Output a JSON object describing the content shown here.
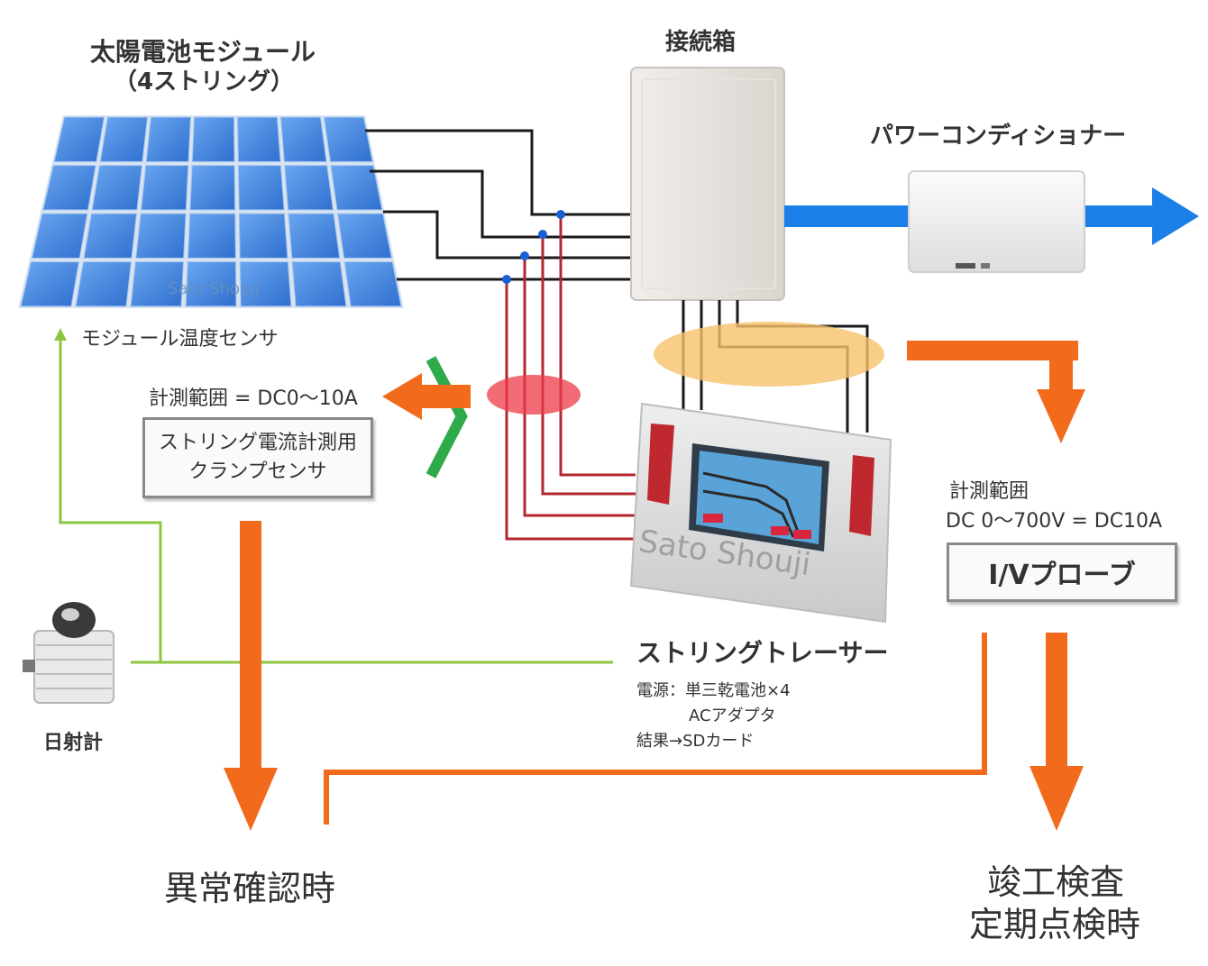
{
  "labels": {
    "solar_title": "太陽電池モジュール",
    "solar_subtitle": "（4ストリング）",
    "junction_box": "接続箱",
    "power_conditioner": "パワーコンディショナー",
    "module_temp_sensor": "モジュール温度センサ",
    "clamp_range": "計測範囲 = DC0～10A",
    "clamp_box_line1": "ストリング電流計測用",
    "clamp_box_line2": "クランプセンサ",
    "iv_range_line1": "計測範囲",
    "iv_range_line2": "DC 0～700V = DC10A",
    "iv_probe": "I/Vプローブ",
    "tracer_title": "ストリングトレーサー",
    "tracer_spec1": "電源：単三乾電池×4",
    "tracer_spec2": "ACアダプタ",
    "tracer_spec3": "結果→SDカード",
    "pyranometer": "日射計",
    "anomaly": "異常確認時",
    "inspection_line1": "竣工検査",
    "inspection_line2": "定期点検時",
    "watermark": "Sato Shouji"
  },
  "colors": {
    "orange": "#f26a1b",
    "blue": "#1a7fe6",
    "green": "#8cc63f",
    "red_wire": "#b3262d",
    "black_wire": "#1a1a1a",
    "panel_cell": "#3f7fd9"
  }
}
